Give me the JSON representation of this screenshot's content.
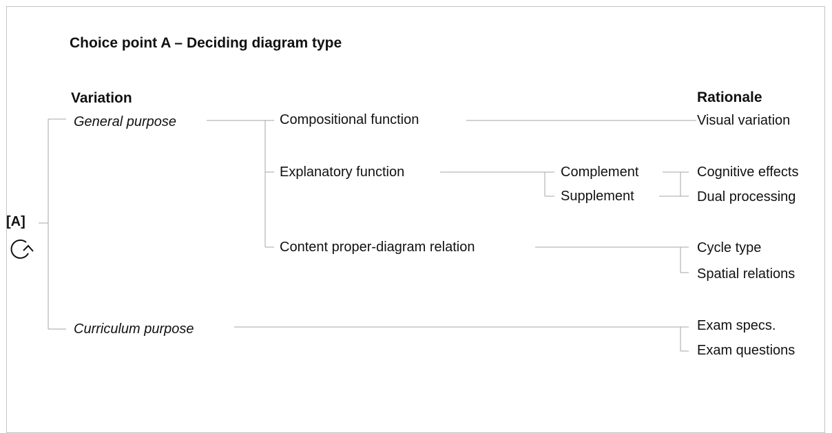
{
  "title": "Choice point A – Deciding diagram type",
  "headers": {
    "variation": "Variation",
    "rationale": "Rationale"
  },
  "root": {
    "label": "[A]",
    "icon": "cycle-icon"
  },
  "variations": {
    "general_purpose": "General purpose",
    "curriculum_purpose": "Curriculum purpose"
  },
  "functions": {
    "compositional": "Compositional function",
    "explanatory": "Explanatory function",
    "content_relation": "Content proper-diagram relation"
  },
  "roles": {
    "complement": "Complement",
    "supplement": "Supplement"
  },
  "rationales": {
    "visual_variation": "Visual variation",
    "cognitive_effects": "Cognitive effects",
    "dual_processing": "Dual processing",
    "cycle_type": "Cycle type",
    "spatial_relations": "Spatial relations",
    "exam_specs": "Exam specs.",
    "exam_questions": "Exam questions"
  },
  "colors": {
    "line": "#a6a6a6",
    "frame": "#c4c4c4",
    "text": "#111111"
  }
}
